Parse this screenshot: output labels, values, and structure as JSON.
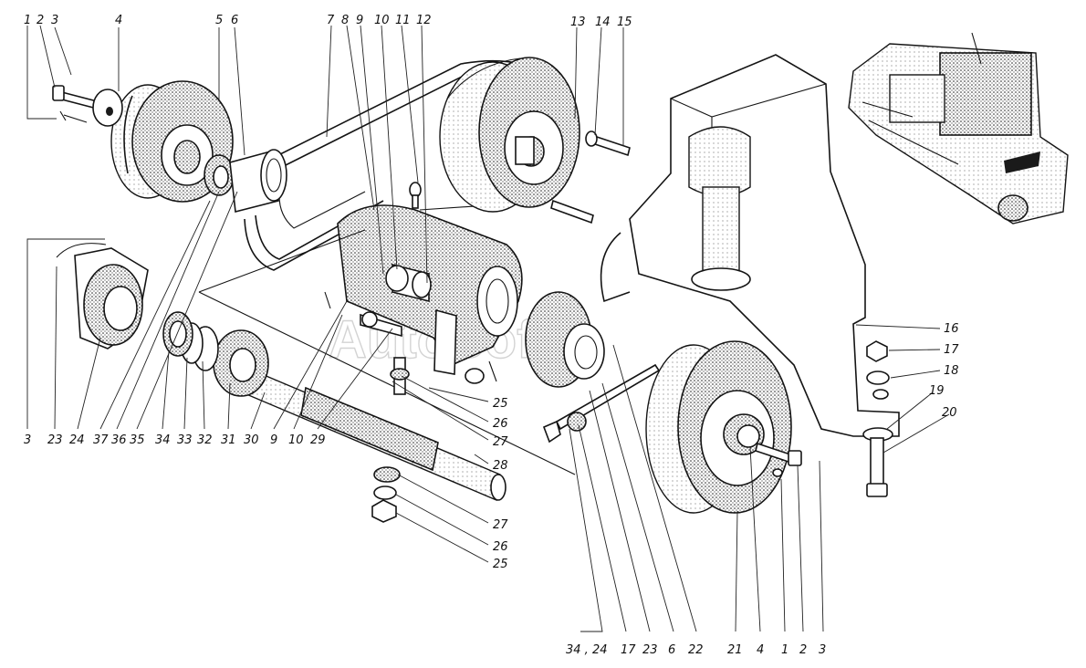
{
  "watermark": "AutoSoft",
  "callouts_top": [
    "1",
    "2",
    "3",
    "4",
    "5",
    "6",
    "7",
    "8",
    "9",
    "10",
    "11",
    "12",
    "13",
    "14",
    "15"
  ],
  "callouts_left_bottom": [
    "3",
    "23",
    "24",
    "37",
    "36",
    "35",
    "34",
    "33",
    "32",
    "31",
    "30",
    "9",
    "10",
    "29"
  ],
  "callouts_center_right": [
    "25",
    "26",
    "27",
    "28",
    "27",
    "26",
    "25"
  ],
  "callouts_bottom": [
    "34 , 24",
    "17",
    "23",
    "6",
    "22",
    "21",
    "4",
    "1",
    "2",
    "3"
  ],
  "callouts_right": [
    "16",
    "17",
    "18",
    "19",
    "20"
  ]
}
